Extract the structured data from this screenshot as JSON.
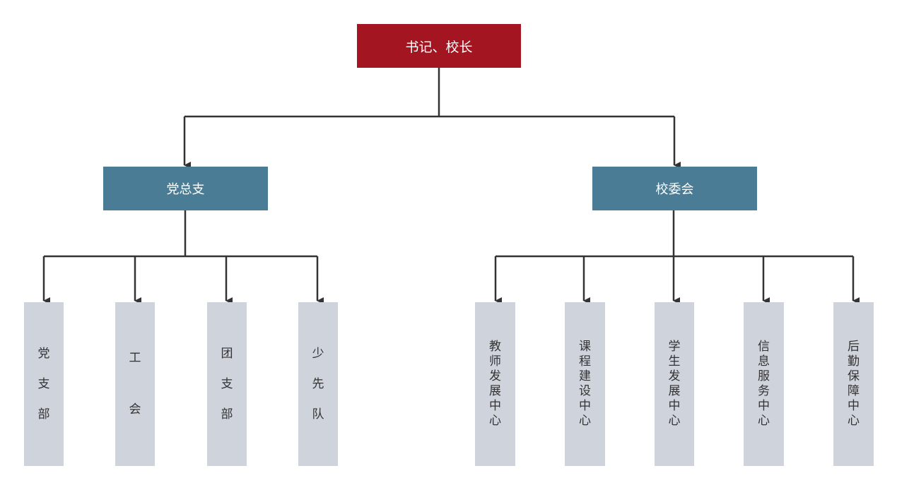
{
  "colors": {
    "root_fill": "#a31621",
    "mid_fill": "#4a7d95",
    "leaf_fill": "#cfd3dc",
    "connector": "#333333"
  },
  "root": {
    "label": "书记、校长"
  },
  "branches": [
    {
      "label": "党总支",
      "children": [
        "党支部",
        "工会",
        "团支部",
        "少先队"
      ]
    },
    {
      "label": "校委会",
      "children": [
        "教师发展中心",
        "课程建设中心",
        "学生发展中心",
        "信息服务中心",
        "后勤保障中心"
      ]
    }
  ]
}
